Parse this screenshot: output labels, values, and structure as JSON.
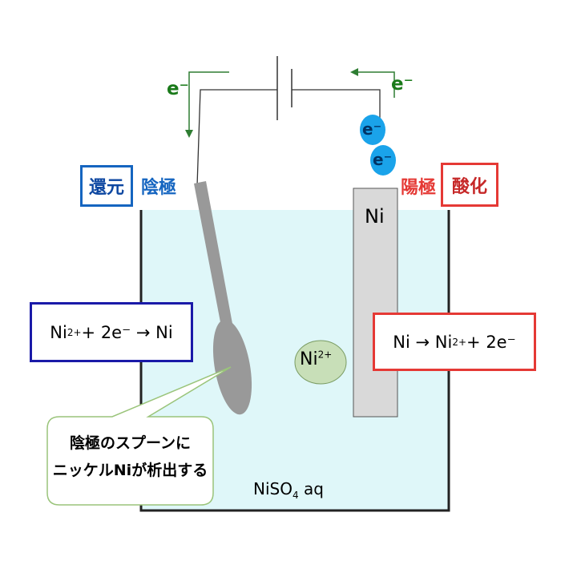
{
  "electron_left": "e⁻",
  "electron_right": "e⁻",
  "electron_ball_1": "e⁻",
  "electron_ball_2": "e⁻",
  "reduction_box": "還元",
  "cathode_label": "陰極",
  "anode_label": "陽極",
  "oxidation_box": "酸化",
  "anode_electrode_label": "Ni",
  "cathode_eq": {
    "a": "Ni",
    "sup": "2+",
    "b": " + 2e⁻ → Ni"
  },
  "anode_eq": {
    "a": "Ni → Ni",
    "sup": "2+",
    "b": " + 2e⁻"
  },
  "ion": {
    "base": "Ni",
    "sup": "2+"
  },
  "solution": {
    "a": "NiSO",
    "sub": "4",
    "b": " aq"
  },
  "callout": {
    "line1": "陰極のスプーンに",
    "line2": "ニッケルNiが析出する"
  },
  "colors": {
    "solution": "#dff7f9",
    "electrode": "#d9d9d9",
    "spoon": "#999999",
    "electron_ball": "#1aa3ea",
    "electron_text": "#1a7a1a",
    "cathode_blue": "#1565c0",
    "anode_red": "#e53935",
    "ion_fill": "#c8dfb8",
    "callout_border": "#9ac47a"
  }
}
